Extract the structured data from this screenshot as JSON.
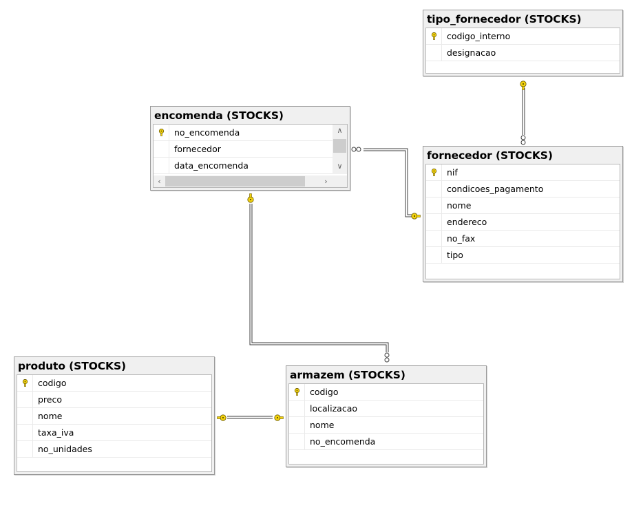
{
  "tables": {
    "tipo_fornecedor": {
      "title": "tipo_fornecedor (STOCKS)",
      "columns": [
        {
          "name": "codigo_interno",
          "pk": true
        },
        {
          "name": "designacao",
          "pk": false
        }
      ]
    },
    "encomenda": {
      "title": "encomenda (STOCKS)",
      "columns": [
        {
          "name": "no_encomenda",
          "pk": true
        },
        {
          "name": "fornecedor",
          "pk": false
        },
        {
          "name": "data_encomenda",
          "pk": false
        }
      ]
    },
    "fornecedor": {
      "title": "fornecedor (STOCKS)",
      "columns": [
        {
          "name": "nif",
          "pk": true
        },
        {
          "name": "condicoes_pagamento",
          "pk": false
        },
        {
          "name": "nome",
          "pk": false
        },
        {
          "name": "endereco",
          "pk": false
        },
        {
          "name": "no_fax",
          "pk": false
        },
        {
          "name": "tipo",
          "pk": false
        }
      ]
    },
    "produto": {
      "title": "produto (STOCKS)",
      "columns": [
        {
          "name": "codigo",
          "pk": true
        },
        {
          "name": "preco",
          "pk": false
        },
        {
          "name": "nome",
          "pk": false
        },
        {
          "name": "taxa_iva",
          "pk": false
        },
        {
          "name": "no_unidades",
          "pk": false
        }
      ]
    },
    "armazem": {
      "title": "armazem (STOCKS)",
      "columns": [
        {
          "name": "codigo",
          "pk": true
        },
        {
          "name": "localizacao",
          "pk": false
        },
        {
          "name": "nome",
          "pk": false
        },
        {
          "name": "no_encomenda",
          "pk": false
        }
      ]
    }
  },
  "icons": {
    "primary_key": "key-icon",
    "one_end": "key-icon",
    "many_end": "infinity-icon",
    "scroll_up": "chevron-up-icon",
    "scroll_down": "chevron-down-icon",
    "scroll_left": "chevron-left-icon",
    "scroll_right": "chevron-right-icon"
  },
  "colors": {
    "key": "#f2d20f",
    "title_bar": "#f0f0f0",
    "connector": "#3c3c3c"
  }
}
